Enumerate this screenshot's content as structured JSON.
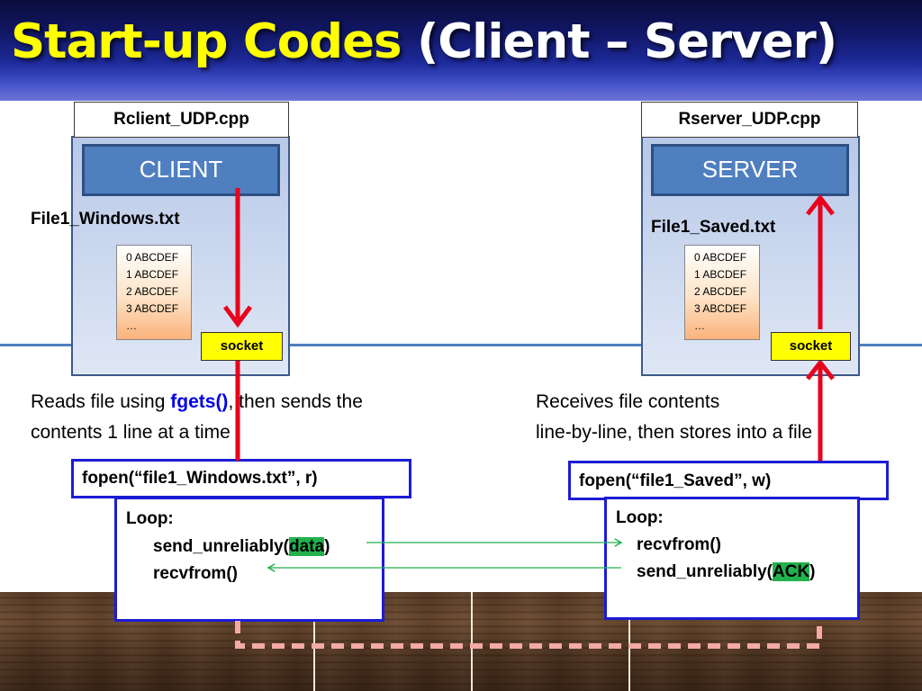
{
  "title": {
    "part1": "Start-up Codes",
    "part2": "(Client – Server)"
  },
  "client": {
    "file_label": "Rclient_UDP.cpp",
    "role": "CLIENT",
    "data_file": "File1_Windows.txt",
    "file_lines": [
      "0 ABCDEF",
      "1 ABCDEF",
      "2 ABCDEF",
      "3 ABCDEF",
      "…"
    ],
    "socket": "socket",
    "caption_pre": "Reads file using ",
    "caption_fn": "fgets()",
    "caption_post": ", then sends the",
    "caption_line2": "contents 1 line at a time",
    "fopen": "fopen(“file1_Windows.txt”, r)",
    "loop": "Loop:",
    "send_pre": "send_unreliably(",
    "send_arg": "data",
    "send_post": ")",
    "recv": "recvfrom()"
  },
  "server": {
    "file_label": "Rserver_UDP.cpp",
    "role": "SERVER",
    "data_file": "File1_Saved.txt",
    "file_lines": [
      "0 ABCDEF",
      "1 ABCDEF",
      "2 ABCDEF",
      "3 ABCDEF",
      "…"
    ],
    "socket": "socket",
    "caption_line1": "Receives file contents",
    "caption_line2": "line-by-line, then stores into a file",
    "fopen": "fopen(“file1_Saved”, w)",
    "loop": "Loop:",
    "recv": "recvfrom()",
    "send_pre": "send_unreliably(",
    "send_arg": "ACK",
    "send_post": ")"
  },
  "colors": {
    "title_yellow": "#ffff00",
    "title_white": "#ffffff",
    "arrow_red": "#e8001c",
    "path_dashed": "#f4a9a8",
    "message_arrow": "#22b14c",
    "code_border": "#1c1cd6",
    "highlight_green": "#22b14c",
    "function_blue": "#0000e6"
  }
}
